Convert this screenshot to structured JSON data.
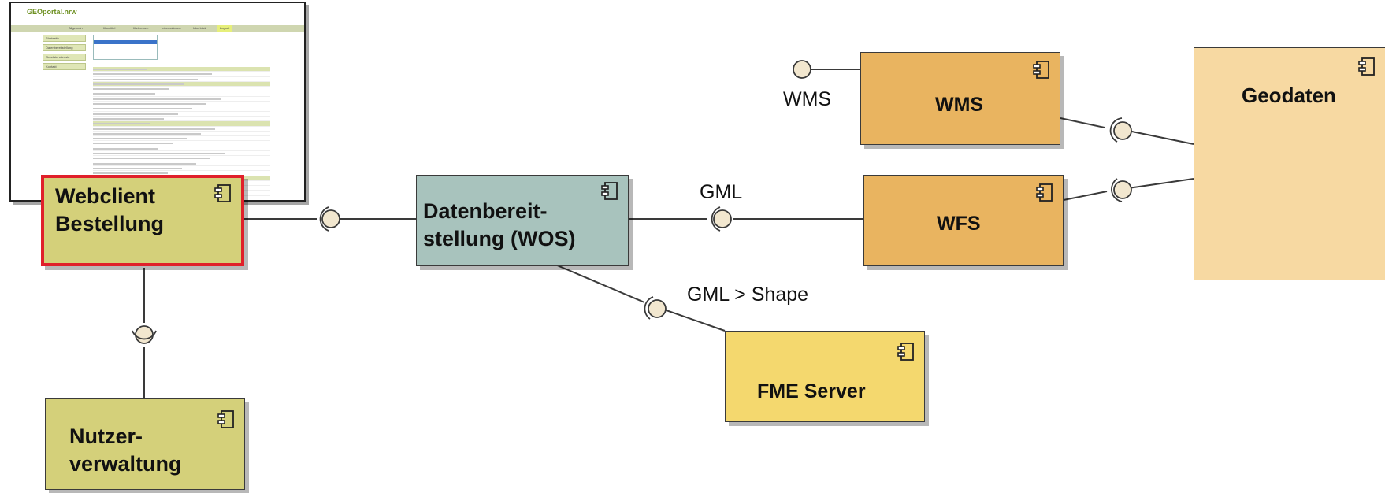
{
  "components": {
    "webclient": {
      "line1": "Webclient",
      "line2": "Bestellung"
    },
    "datenbereitstellung": {
      "line1": "Datenbereit-",
      "line2": "stellung  (WOS)"
    },
    "nutzerverwaltung": {
      "line1": "Nutzer-",
      "line2": "verwaltung"
    },
    "wms": {
      "label": "WMS"
    },
    "wfs": {
      "label": "WFS"
    },
    "fme": {
      "label": "FME  Server"
    },
    "geodaten": {
      "label": "Geodaten"
    }
  },
  "interface_labels": {
    "wms": "WMS",
    "gml": "GML",
    "gml_shape": "GML  > Shape"
  },
  "screenshot": {
    "brand": "GEOportal.nrw",
    "tabs": [
      "Allgemein",
      "Hilfsmittel",
      "Hilfethemen",
      "Informationen",
      "Uberblick",
      "Logout"
    ],
    "sidebar": [
      "Startseite",
      "Datenbereitstellung",
      "Geodatendienste",
      "Kontakt"
    ]
  },
  "colors": {
    "webclient": "#d4d07a",
    "webclient_border": "#e0202a",
    "datenbereitstellung": "#a8c3bd",
    "nutzerverwaltung": "#d4d07a",
    "wms": "#e9b460",
    "wfs": "#e9b460",
    "fme": "#f4d86e",
    "geodaten": "#f7d9a2"
  },
  "icons": [
    "component-icon"
  ]
}
